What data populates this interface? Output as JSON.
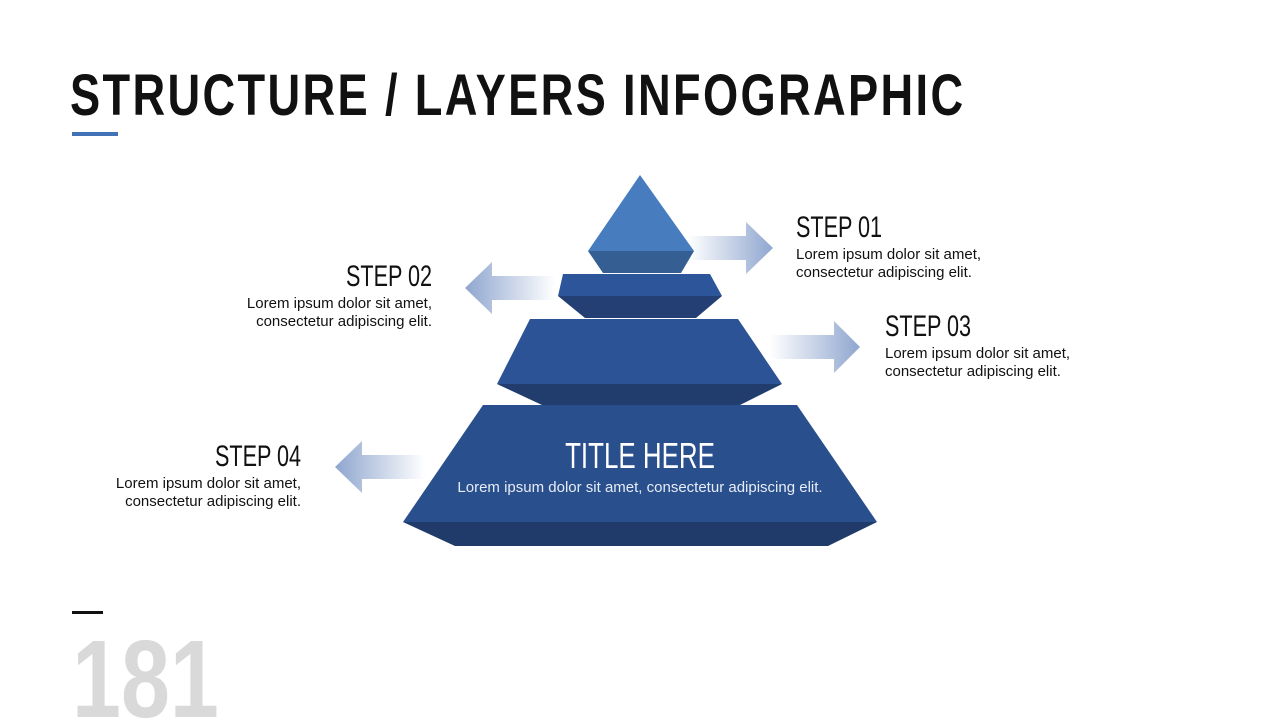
{
  "title": "STRUCTURE / LAYERS INFOGRAPHIC",
  "steps": [
    {
      "label": "STEP 01",
      "text1": "Lorem ipsum dolor sit amet,",
      "text2": "consectetur adipiscing elit."
    },
    {
      "label": "STEP 02",
      "text1": "Lorem ipsum dolor sit amet,",
      "text2": "consectetur adipiscing elit."
    },
    {
      "label": "STEP 03",
      "text1": "Lorem ipsum dolor sit amet,",
      "text2": "consectetur adipiscing elit."
    },
    {
      "label": "STEP 04",
      "text1": "Lorem ipsum dolor sit amet,",
      "text2": "consectetur adipiscing elit."
    }
  ],
  "center": {
    "title": "TITLE HERE",
    "text": "Lorem ipsum dolor sit amet, consectetur adipiscing elit."
  },
  "page_number": "181",
  "colors": {
    "accent": "#4472b6",
    "layer": "#2c5395",
    "layer_dark": "#213d6e",
    "apex": "#477cbf"
  }
}
